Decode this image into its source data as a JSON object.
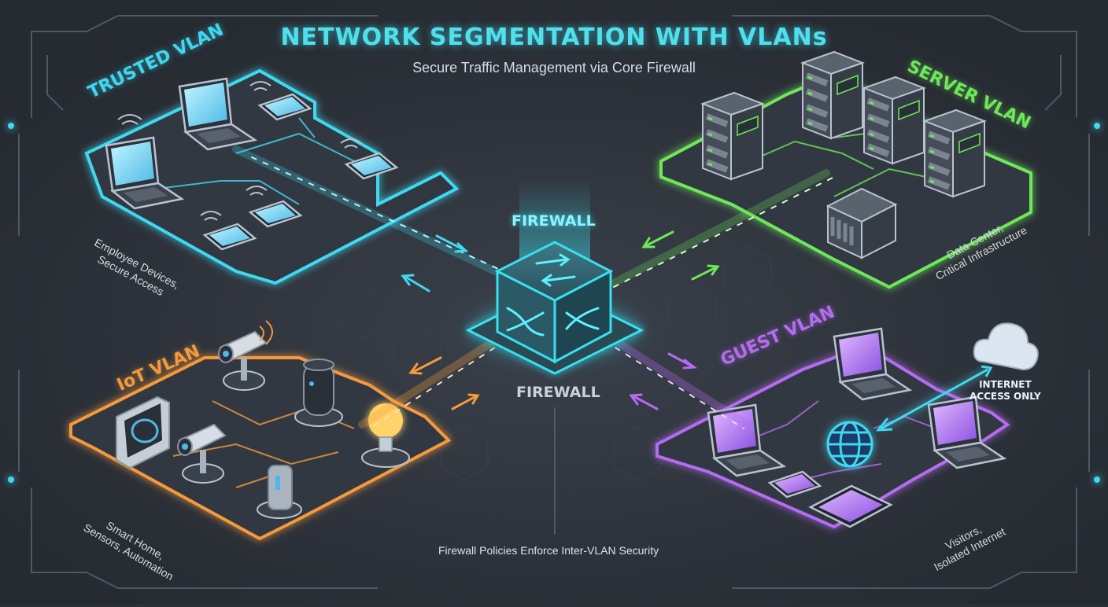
{
  "diagram": {
    "title": "NETWORK SEGMENTATION WITH VLANs",
    "subtitle": "Secure Traffic Management via Core Firewall",
    "firewall": {
      "label_top": "FIREWALL",
      "label_bottom": "FIREWALL",
      "policy_note": "Firewall Policies Enforce Inter-VLAN Security"
    },
    "vlans": [
      {
        "id": "trusted",
        "name": "TRUSTED VLAN",
        "desc_line1": "Employee Devices,",
        "desc_line2": "Secure Access",
        "color": "#3fd8f0"
      },
      {
        "id": "server",
        "name": "SERVER VLAN",
        "desc_line1": "Data Center,",
        "desc_line2": "Critical Infrastructure",
        "color": "#6ee85a"
      },
      {
        "id": "iot",
        "name": "IoT VLAN",
        "desc_line1": "Smart Home,",
        "desc_line2": "Sensors, Automation",
        "color": "#f49a3c"
      },
      {
        "id": "guest",
        "name": "GUEST VLAN",
        "desc_line1": "Visitors,",
        "desc_line2": "Isolated Internet",
        "color": "#b46cf0"
      }
    ],
    "internet": {
      "line1": "INTERNET",
      "line2": "ACCESS ONLY"
    },
    "icons": [
      "laptop-icon",
      "smartphone-icon",
      "server-rack-icon",
      "storage-nas-icon",
      "security-camera-icon",
      "smart-speaker-icon",
      "thermostat-icon",
      "light-bulb-icon",
      "globe-icon",
      "cloud-icon",
      "firewall-cube-icon",
      "tablet-icon",
      "wifi-icon"
    ],
    "colors": {
      "background": "#2b3038",
      "firewall": "#37e0f0",
      "accent": "#4fe0ec"
    }
  }
}
